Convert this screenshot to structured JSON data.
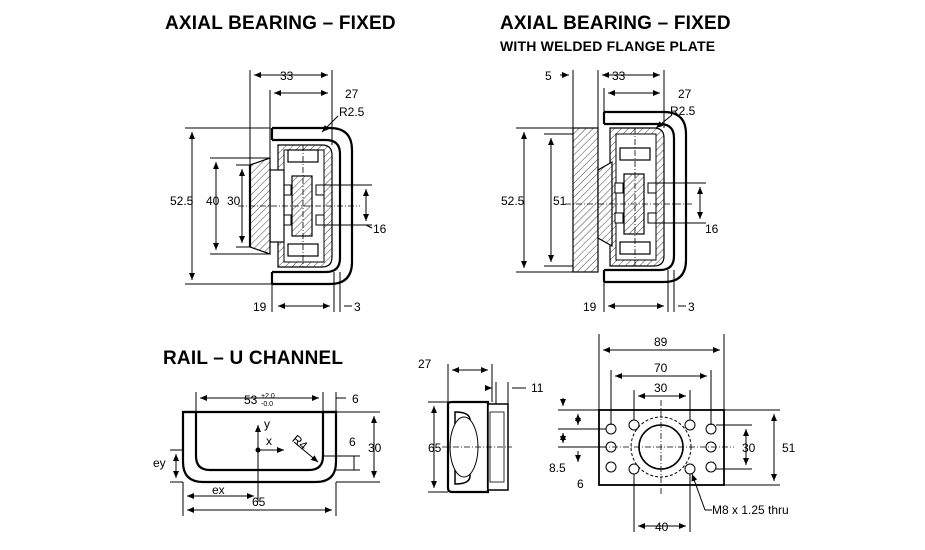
{
  "titles": {
    "axial_fixed": "AXIAL BEARING – FIXED",
    "axial_fixed_flange_line1": "AXIAL BEARING – FIXED",
    "axial_fixed_flange_line2": "WITH WELDED FLANGE PLATE",
    "rail": "RAIL – U CHANNEL"
  },
  "bearing_fixed": {
    "dim_width": "33",
    "dim_27": "27",
    "radius": "R2.5",
    "dim_52_5": "52.5",
    "dim_40": "40",
    "dim_30": "30",
    "dim_16": "16",
    "dim_19": "19",
    "dim_3": "3"
  },
  "bearing_flange": {
    "dim_5": "5",
    "dim_width": "33",
    "dim_27": "27",
    "radius": "R2.5",
    "dim_52_5": "52.5",
    "dim_51": "51",
    "dim_16": "16",
    "dim_19": "19",
    "dim_3": "3"
  },
  "rail": {
    "dim_inner": "53",
    "tol_upper": "+2.0",
    "tol_lower": "-0.0",
    "dim_6_top": "6",
    "dim_6_side": "6",
    "dim_30": "30",
    "dim_65": "65",
    "radius": "R4",
    "ey": "ey",
    "ex": "ex",
    "axis_x": "x",
    "axis_y": "y"
  },
  "flange_side": {
    "dim_27": "27",
    "dim_11": "11",
    "dim_65": "65"
  },
  "flange_plate": {
    "dim_89": "89",
    "dim_70": "70",
    "dim_30_top": "30",
    "dim_30_side": "30",
    "dim_51": "51",
    "dim_8_5": "8.5",
    "dim_6": "6",
    "dim_40": "40",
    "thread_note": "M8 x 1.25 thru"
  }
}
